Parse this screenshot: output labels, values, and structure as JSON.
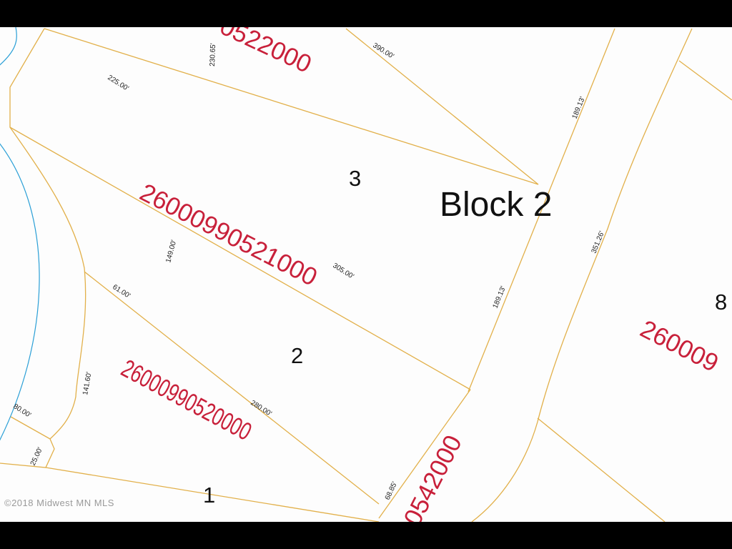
{
  "map": {
    "block_label": "Block 2",
    "lot_numbers": [
      "3",
      "2",
      "1",
      "8"
    ],
    "parcel_ids": [
      "0522000",
      "26000990521000",
      "26000990520000",
      "0542000",
      "260009"
    ],
    "dimensions": [
      "230.65'",
      "390.00'",
      "225.00'",
      "189.13'",
      "149.00'",
      "305.00'",
      "351.26'",
      "61.00'",
      "189.13'",
      "141.60'",
      "280.00'",
      "80.00'",
      "25.00'",
      "68.85'"
    ],
    "copyright": "©2018 Midwest MN MLS",
    "colors": {
      "lot_line": "#e2b04a",
      "water_line": "#2a9fd6",
      "parcel_id": "#c8203a",
      "label": "#111111",
      "background": "#fdfdfd"
    }
  }
}
